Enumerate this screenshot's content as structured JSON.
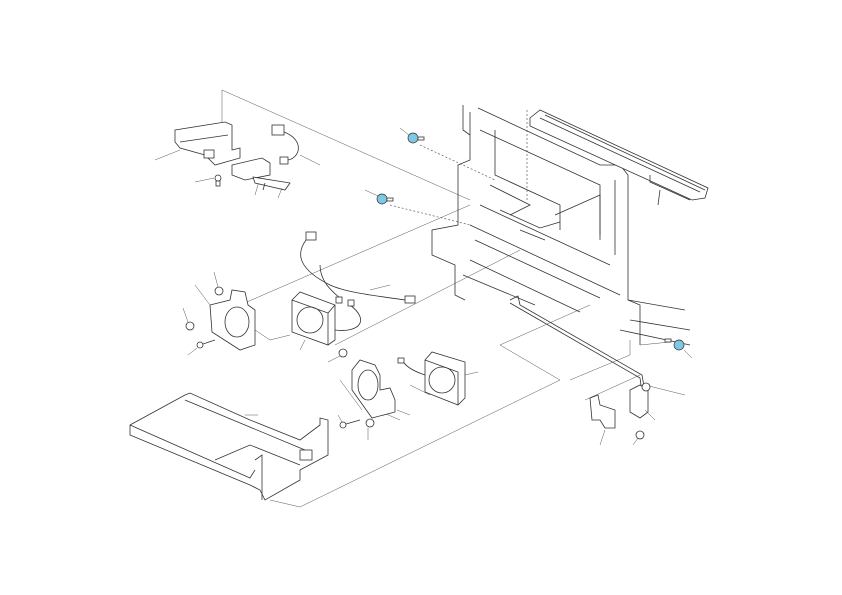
{
  "diagram": {
    "type": "exploded-parts-illustration",
    "colors": {
      "line": "#333333",
      "highlighted_screw": "#7ec8e3",
      "background": "#ffffff"
    },
    "parts": [
      "main-frame",
      "upper-rail",
      "sensor-bracket",
      "sensor",
      "sensor-harness",
      "actuator",
      "fan-harness",
      "left-fan-bracket",
      "left-fan",
      "center-fan-bracket",
      "center-fan",
      "bottom-tray",
      "rod",
      "small-bracket",
      "stopper-block",
      "highlighted-screw-1",
      "highlighted-screw-2",
      "highlighted-screw-3"
    ]
  }
}
